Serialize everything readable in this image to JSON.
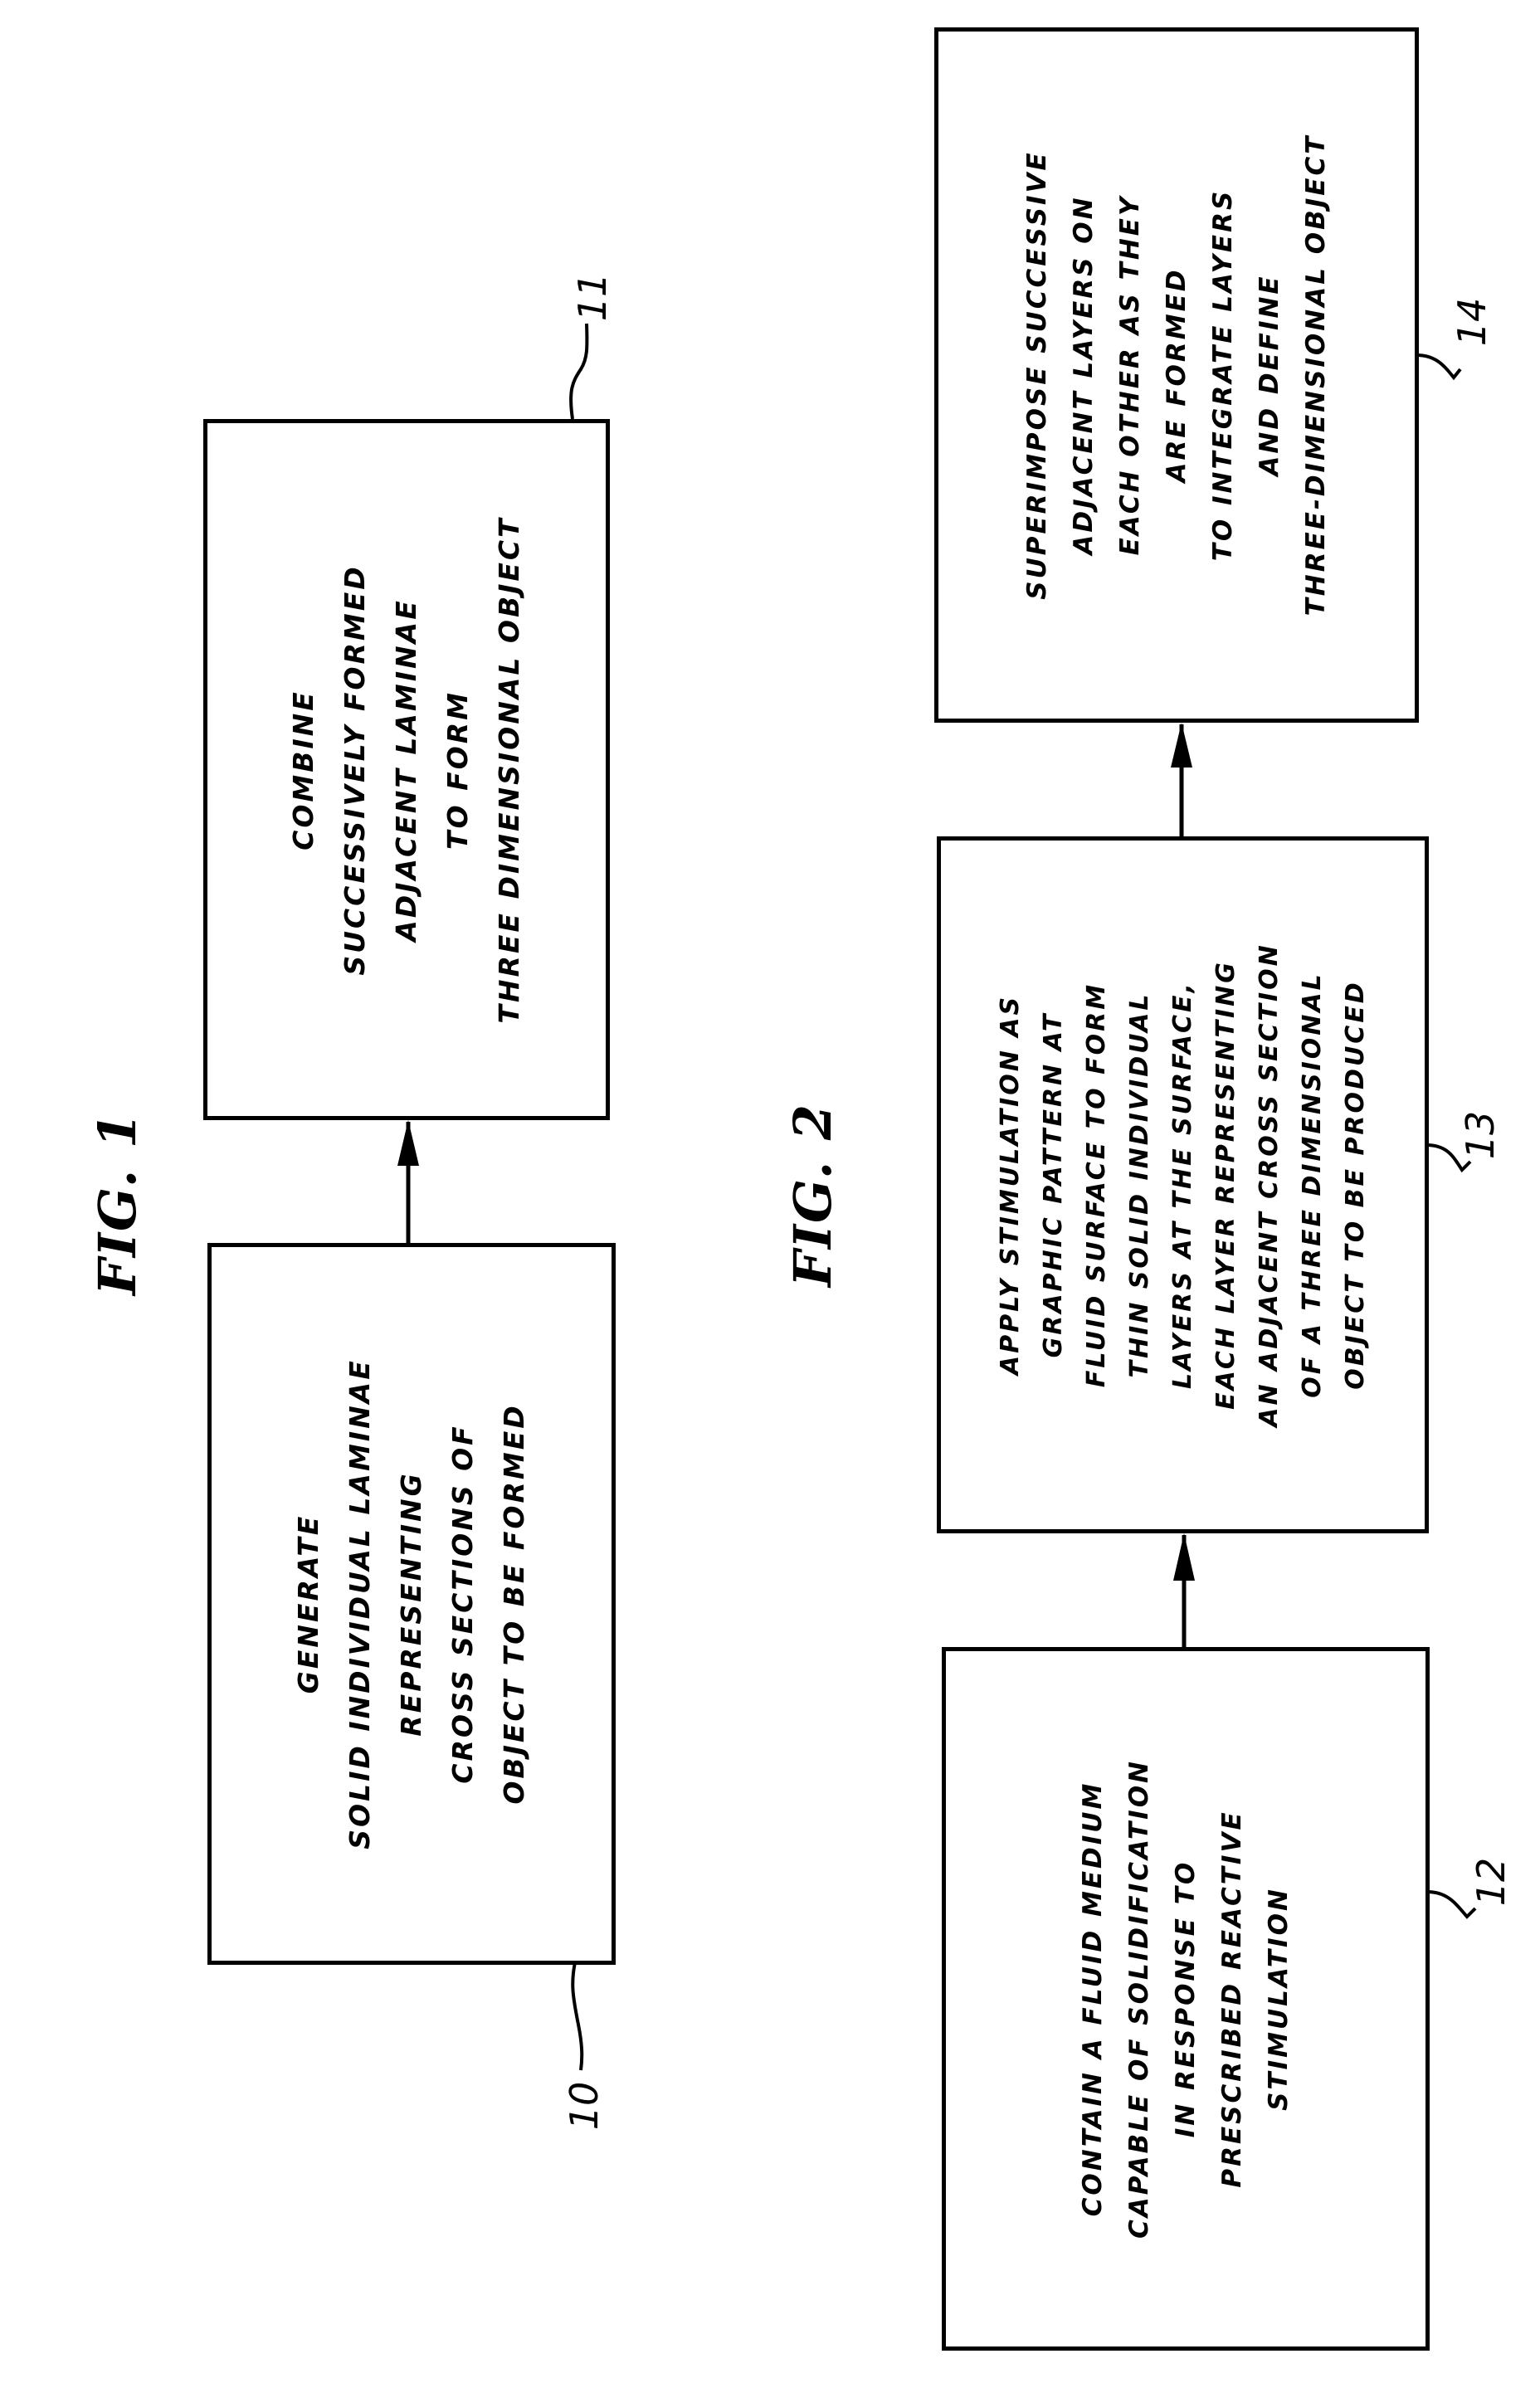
{
  "figures": [
    {
      "label": "FIG. 1",
      "steps": [
        {
          "ref": "10",
          "lines": [
            "GENERATE",
            "SOLID INDIVIDUAL LAMINAE",
            "REPRESENTING",
            "CROSS SECTIONS OF",
            "OBJECT TO BE FORMED"
          ]
        },
        {
          "ref": "11",
          "lines": [
            "COMBINE",
            "SUCCESSIVELY FORMED",
            "ADJACENT LAMINAE",
            "TO FORM",
            "THREE DIMENSIONAL OBJECT"
          ]
        }
      ],
      "flow": [
        {
          "from": "10",
          "to": "11"
        }
      ]
    },
    {
      "label": "FIG. 2",
      "steps": [
        {
          "ref": "12",
          "lines": [
            "CONTAIN A FLUID MEDIUM",
            "CAPABLE OF SOLIDIFICATION",
            "IN RESPONSE TO",
            "PRESCRIBED REACTIVE",
            "STIMULATION"
          ]
        },
        {
          "ref": "13",
          "lines": [
            "APPLY STIMULATION AS",
            "GRAPHIC PATTERN AT",
            "FLUID SURFACE TO FORM",
            "THIN SOLID INDIVIDUAL",
            "LAYERS AT THE SURFACE,",
            "EACH LAYER REPRESENTING",
            "AN ADJACENT CROSS SECTION",
            "OF A THREE DIMENSIONAL",
            "OBJECT TO BE PRODUCED"
          ]
        },
        {
          "ref": "14",
          "lines": [
            "SUPERIMPOSE SUCCESSIVE",
            "ADJACENT LAYERS ON",
            "EACH OTHER AS THEY",
            "ARE FORMED",
            "TO INTEGRATE LAYERS",
            "AND DEFINE",
            "THREE-DIMENSIONAL OBJECT"
          ]
        }
      ],
      "flow": [
        {
          "from": "12",
          "to": "13"
        },
        {
          "from": "13",
          "to": "14"
        }
      ]
    }
  ]
}
